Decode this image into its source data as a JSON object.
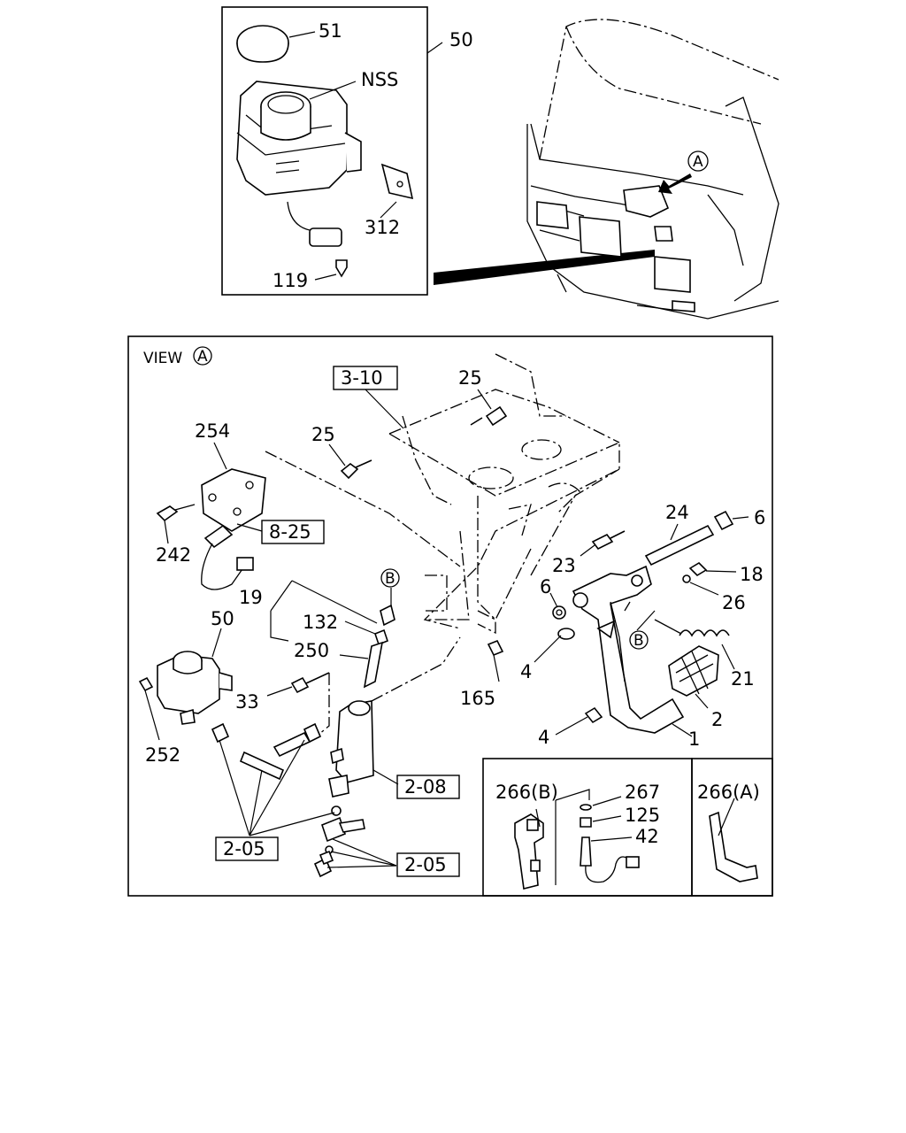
{
  "callouts": {
    "inset": {
      "c51": "51",
      "c50": "50",
      "nss": "NSS",
      "c312": "312",
      "c119": "119"
    },
    "cab": {
      "view_a_marker": "A"
    },
    "main": {
      "view_label": "VIEW",
      "view_marker": "A",
      "ref_3_10": "3-10",
      "c25a": "25",
      "c25b": "25",
      "c254": "254",
      "c242": "242",
      "ref_8_25": "8-25",
      "c24": "24",
      "c6a": "6",
      "c23": "23",
      "c18": "18",
      "c6b": "6",
      "c26": "26",
      "marker_b1": "B",
      "c19": "19",
      "c132": "132",
      "c50": "50",
      "c250": "250",
      "c4a": "4",
      "marker_b2": "B",
      "c21": "21",
      "c165": "165",
      "c33": "33",
      "c2": "2",
      "c4b": "4",
      "c1": "1",
      "c252": "252",
      "ref_2_08": "2-08",
      "ref_2_05a": "2-05",
      "ref_2_05b": "2-05"
    },
    "detail_b": {
      "c266b": "266(B)",
      "c267": "267",
      "c125": "125",
      "c42": "42"
    },
    "detail_a": {
      "c266a": "266(A)"
    }
  }
}
